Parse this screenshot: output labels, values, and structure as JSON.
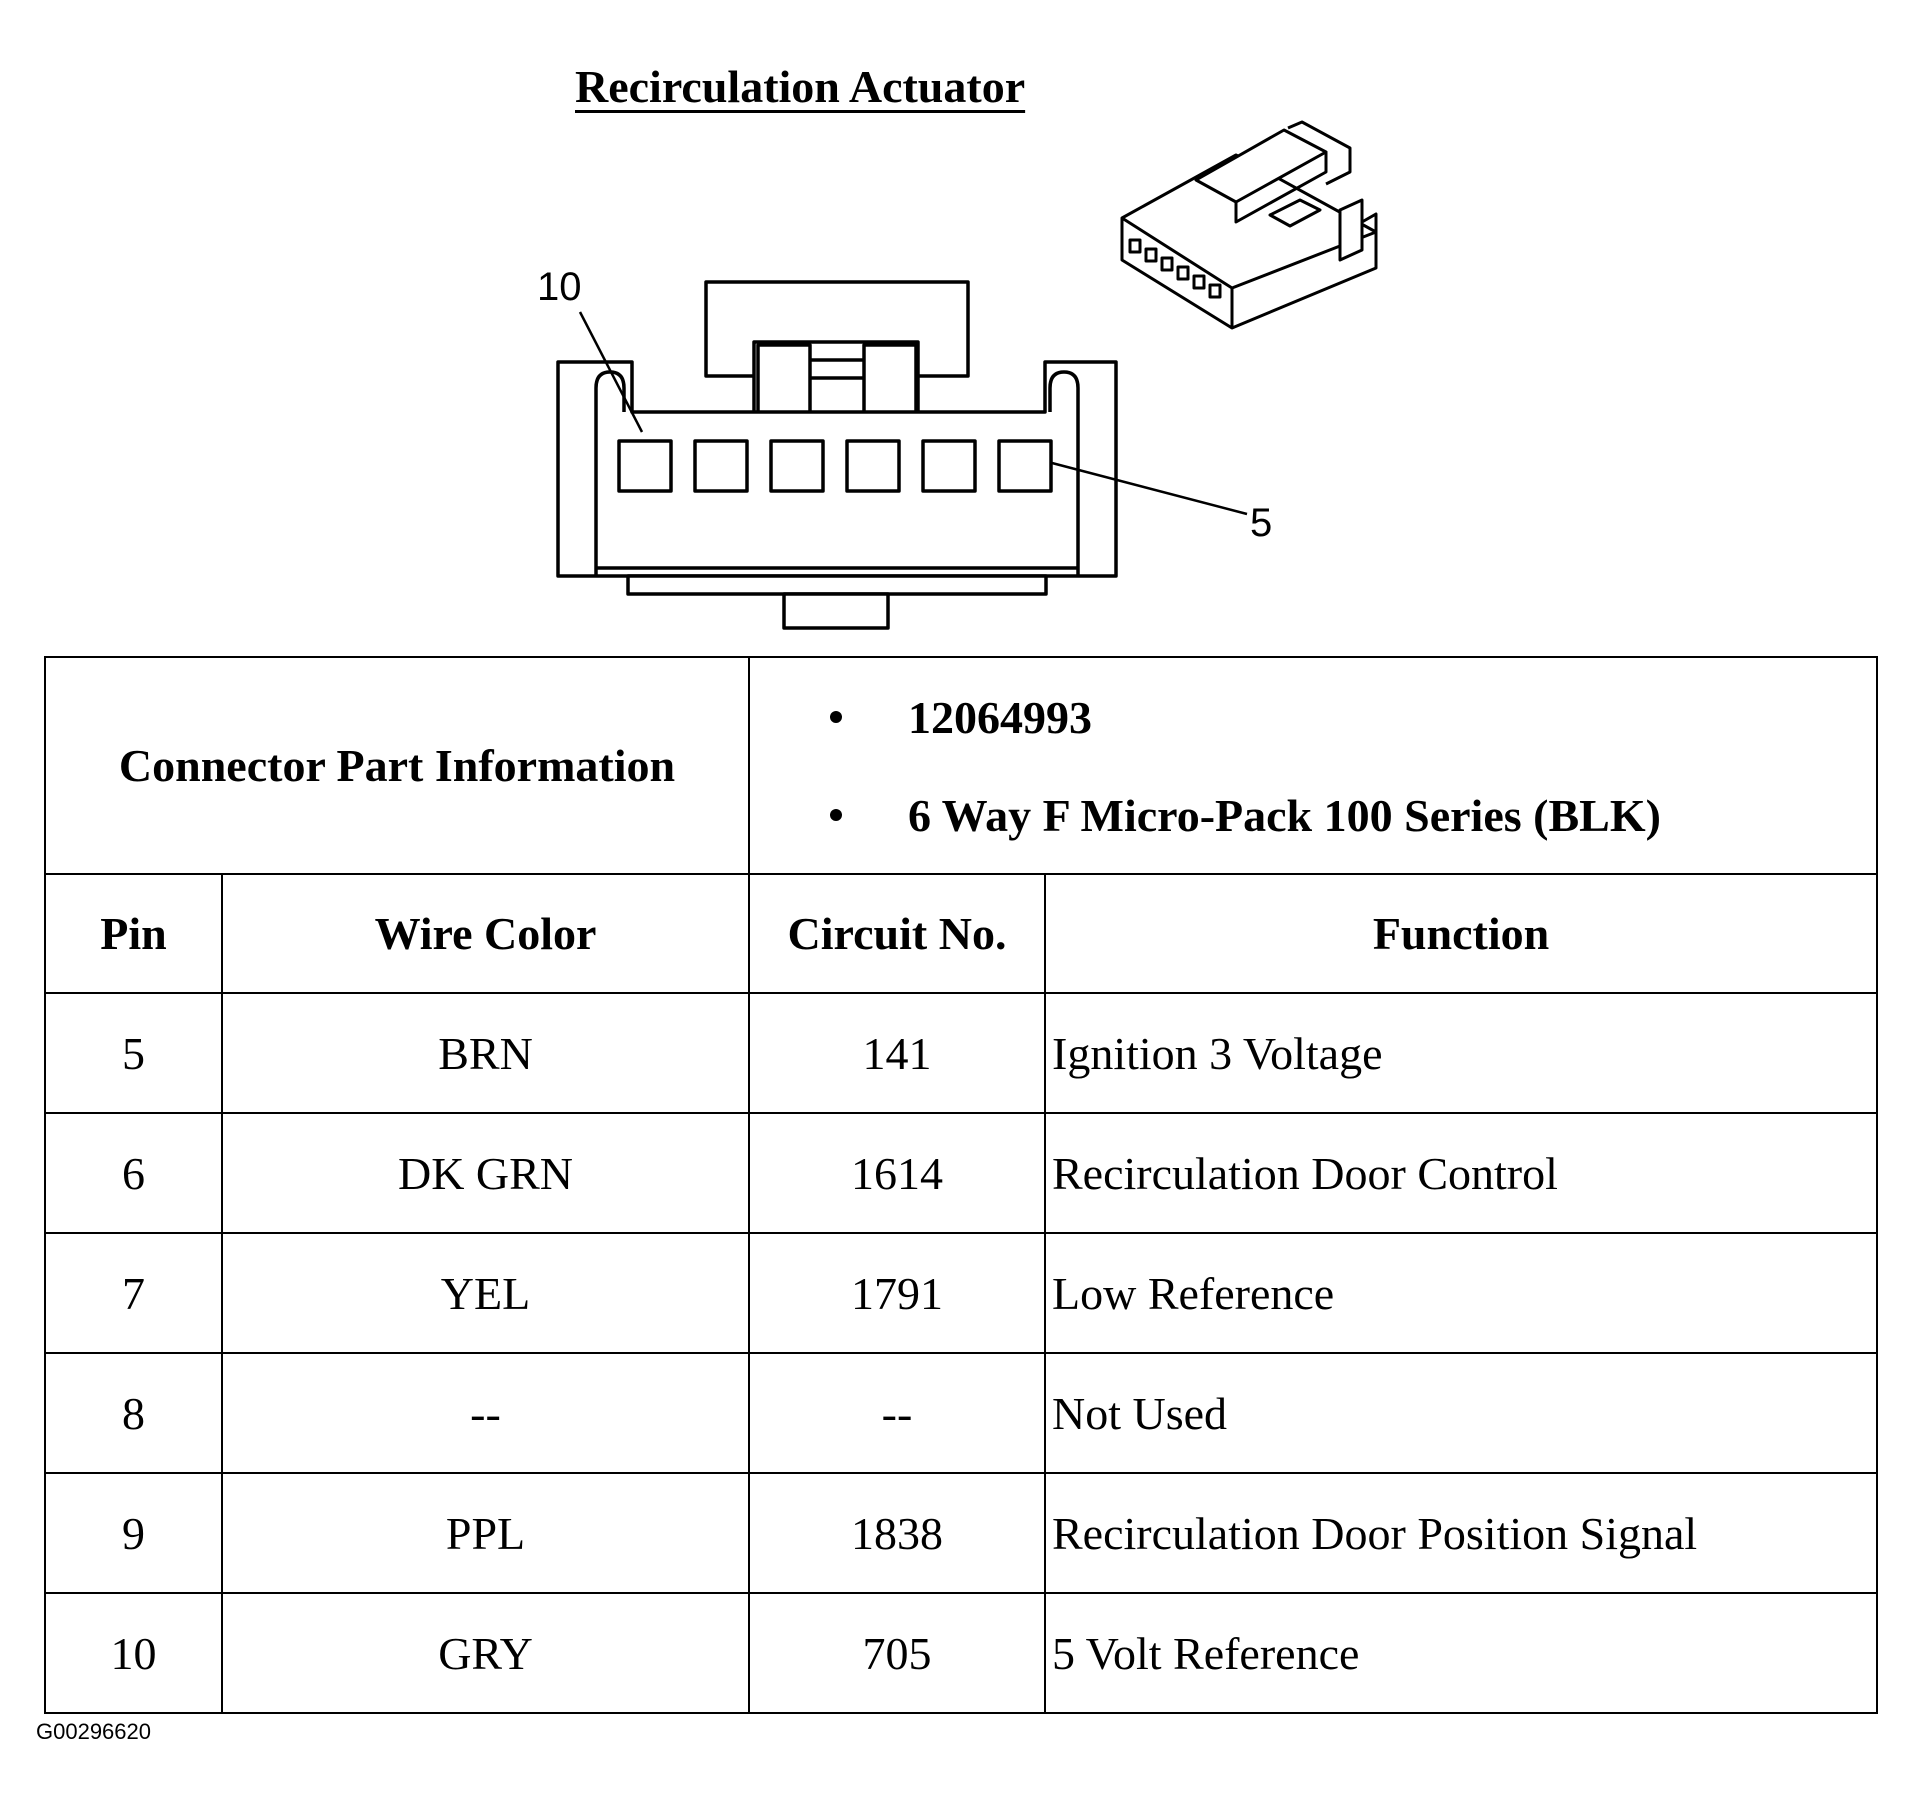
{
  "title": "Recirculation Actuator",
  "connector_face": {
    "callout_left": "10",
    "callout_right": "5",
    "cavity_count": 6
  },
  "connector_info": {
    "label": "Connector Part Information",
    "items": [
      "12064993",
      "6 Way F Micro-Pack 100 Series (BLK)"
    ]
  },
  "table": {
    "headers": [
      "Pin",
      "Wire Color",
      "Circuit No.",
      "Function"
    ],
    "rows": [
      {
        "pin": "5",
        "wire_color": "BRN",
        "circuit": "141",
        "function": "Ignition 3 Voltage"
      },
      {
        "pin": "6",
        "wire_color": "DK GRN",
        "circuit": "1614",
        "function": "Recirculation Door Control"
      },
      {
        "pin": "7",
        "wire_color": "YEL",
        "circuit": "1791",
        "function": "Low Reference"
      },
      {
        "pin": "8",
        "wire_color": "--",
        "circuit": "--",
        "function": "Not Used"
      },
      {
        "pin": "9",
        "wire_color": "PPL",
        "circuit": "1838",
        "function": "Recirculation Door Position Signal"
      },
      {
        "pin": "10",
        "wire_color": "GRY",
        "circuit": "705",
        "function": "5 Volt Reference"
      }
    ]
  },
  "figure_id": "G00296620"
}
